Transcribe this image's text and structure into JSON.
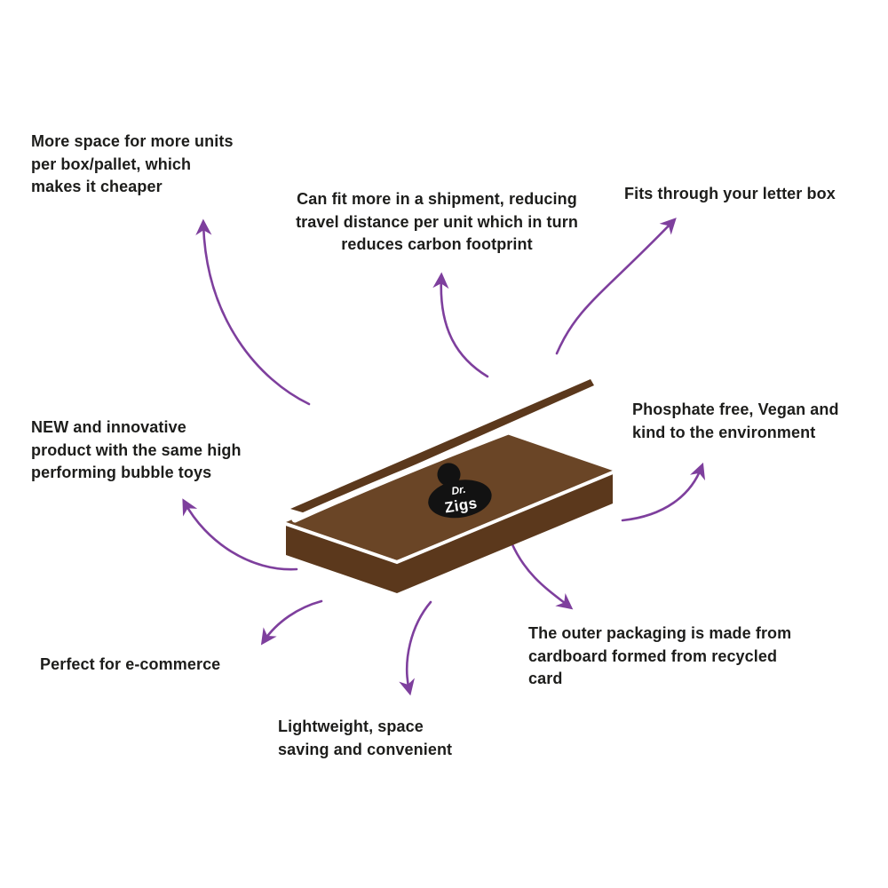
{
  "diagram": {
    "labels": {
      "more_space": "More space for more units\nper box/pallet, which\nmakes it cheaper",
      "shipment": "Can fit more in a shipment, reducing\ntravel distance per unit which in turn\nreduces carbon footprint",
      "letterbox": "Fits through your letter box",
      "phosphate": "Phosphate free, Vegan and\nkind to the environment",
      "new_product": "NEW and innovative\nproduct with the same high\nperforming bubble toys",
      "ecommerce": "Perfect for e-commerce",
      "lightweight": "Lightweight, space\nsaving and convenient",
      "packaging": "The outer packaging is made from\ncardboard formed from recycled\ncard"
    },
    "logo": {
      "prefix": "Dr.",
      "name": "Zigs"
    },
    "colors": {
      "arrow": "#7e3f9d",
      "box_top": "#6a4526",
      "box_side": "#5b381c",
      "box_lid": "#5b381c",
      "text": "#1d1d1b",
      "logo_bg": "#121212",
      "logo_text": "#ffffff"
    }
  }
}
